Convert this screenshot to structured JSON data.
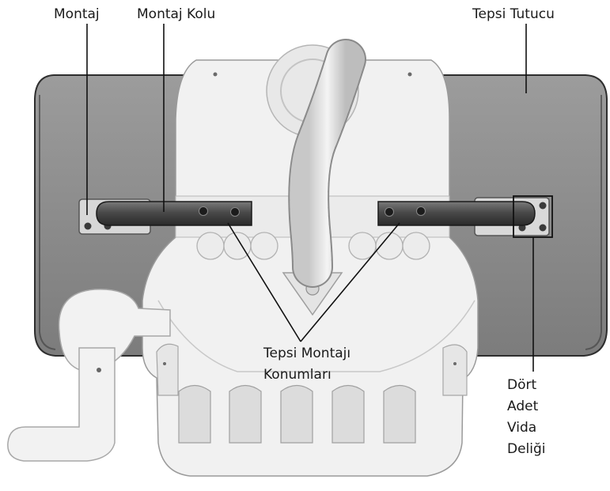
{
  "labels": {
    "mount": "Montaj",
    "mount_arm": "Montaj Kolu",
    "tray_holder": "Tepsi Tutucu",
    "tray_mount_positions": [
      "Tepsi Montajı",
      "Konumları"
    ],
    "four_screw_holes": [
      "Dört",
      "Adet",
      "Vida",
      "Deliği"
    ]
  },
  "colors": {
    "tray": "#8e8e8e",
    "tray_edge": "#2e2e2e",
    "unit_body": "#f1f1f1",
    "unit_outline": "#9a9a9a",
    "arm": "#4a4a4a",
    "callout_line": "#111111"
  }
}
